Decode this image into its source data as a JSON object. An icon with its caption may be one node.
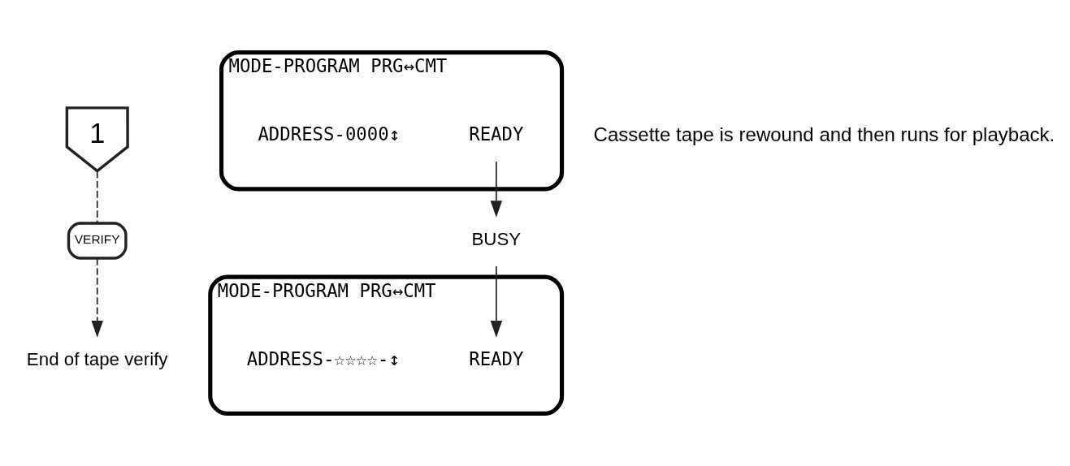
{
  "diagram": {
    "nodes": [
      {
        "text": [
          "1"
        ]
      },
      {
        "text": [
          "VERIFY"
        ]
      },
      {
        "text": [
          "End of tape verify"
        ]
      },
      {
        "text": [
          "MODE-PROGRAM PRG↔CMT"
        ]
      },
      {
        "text": [
          "READY"
        ],
        "in": 3
      },
      {
        "text": [
          "ADDRESS-0000↕"
        ],
        "in": 3
      },
      {
        "text": [
          "BUSY"
        ]
      },
      {
        "text": [
          "MODE-PROGRAM PRG↔CMT"
        ]
      },
      {
        "text": [
          "READY"
        ],
        "in": 7
      },
      {
        "text": [
          "ADDRESS-☆☆☆☆-↕"
        ],
        "in": 7
      }
    ],
    "edges": [
      {
        "from": 0,
        "to": 1,
        "arrow": "none",
        "style": "dashed"
      },
      {
        "from": 1,
        "to": 2,
        "arrow": "to",
        "style": "dashed"
      },
      {
        "from": 4,
        "to": 6,
        "arrow": "to"
      },
      {
        "from": 6,
        "to": 8,
        "arrow": "to"
      }
    ],
    "labels": [
      "Cassette tape is rewound and then runs for playback."
    ]
  }
}
